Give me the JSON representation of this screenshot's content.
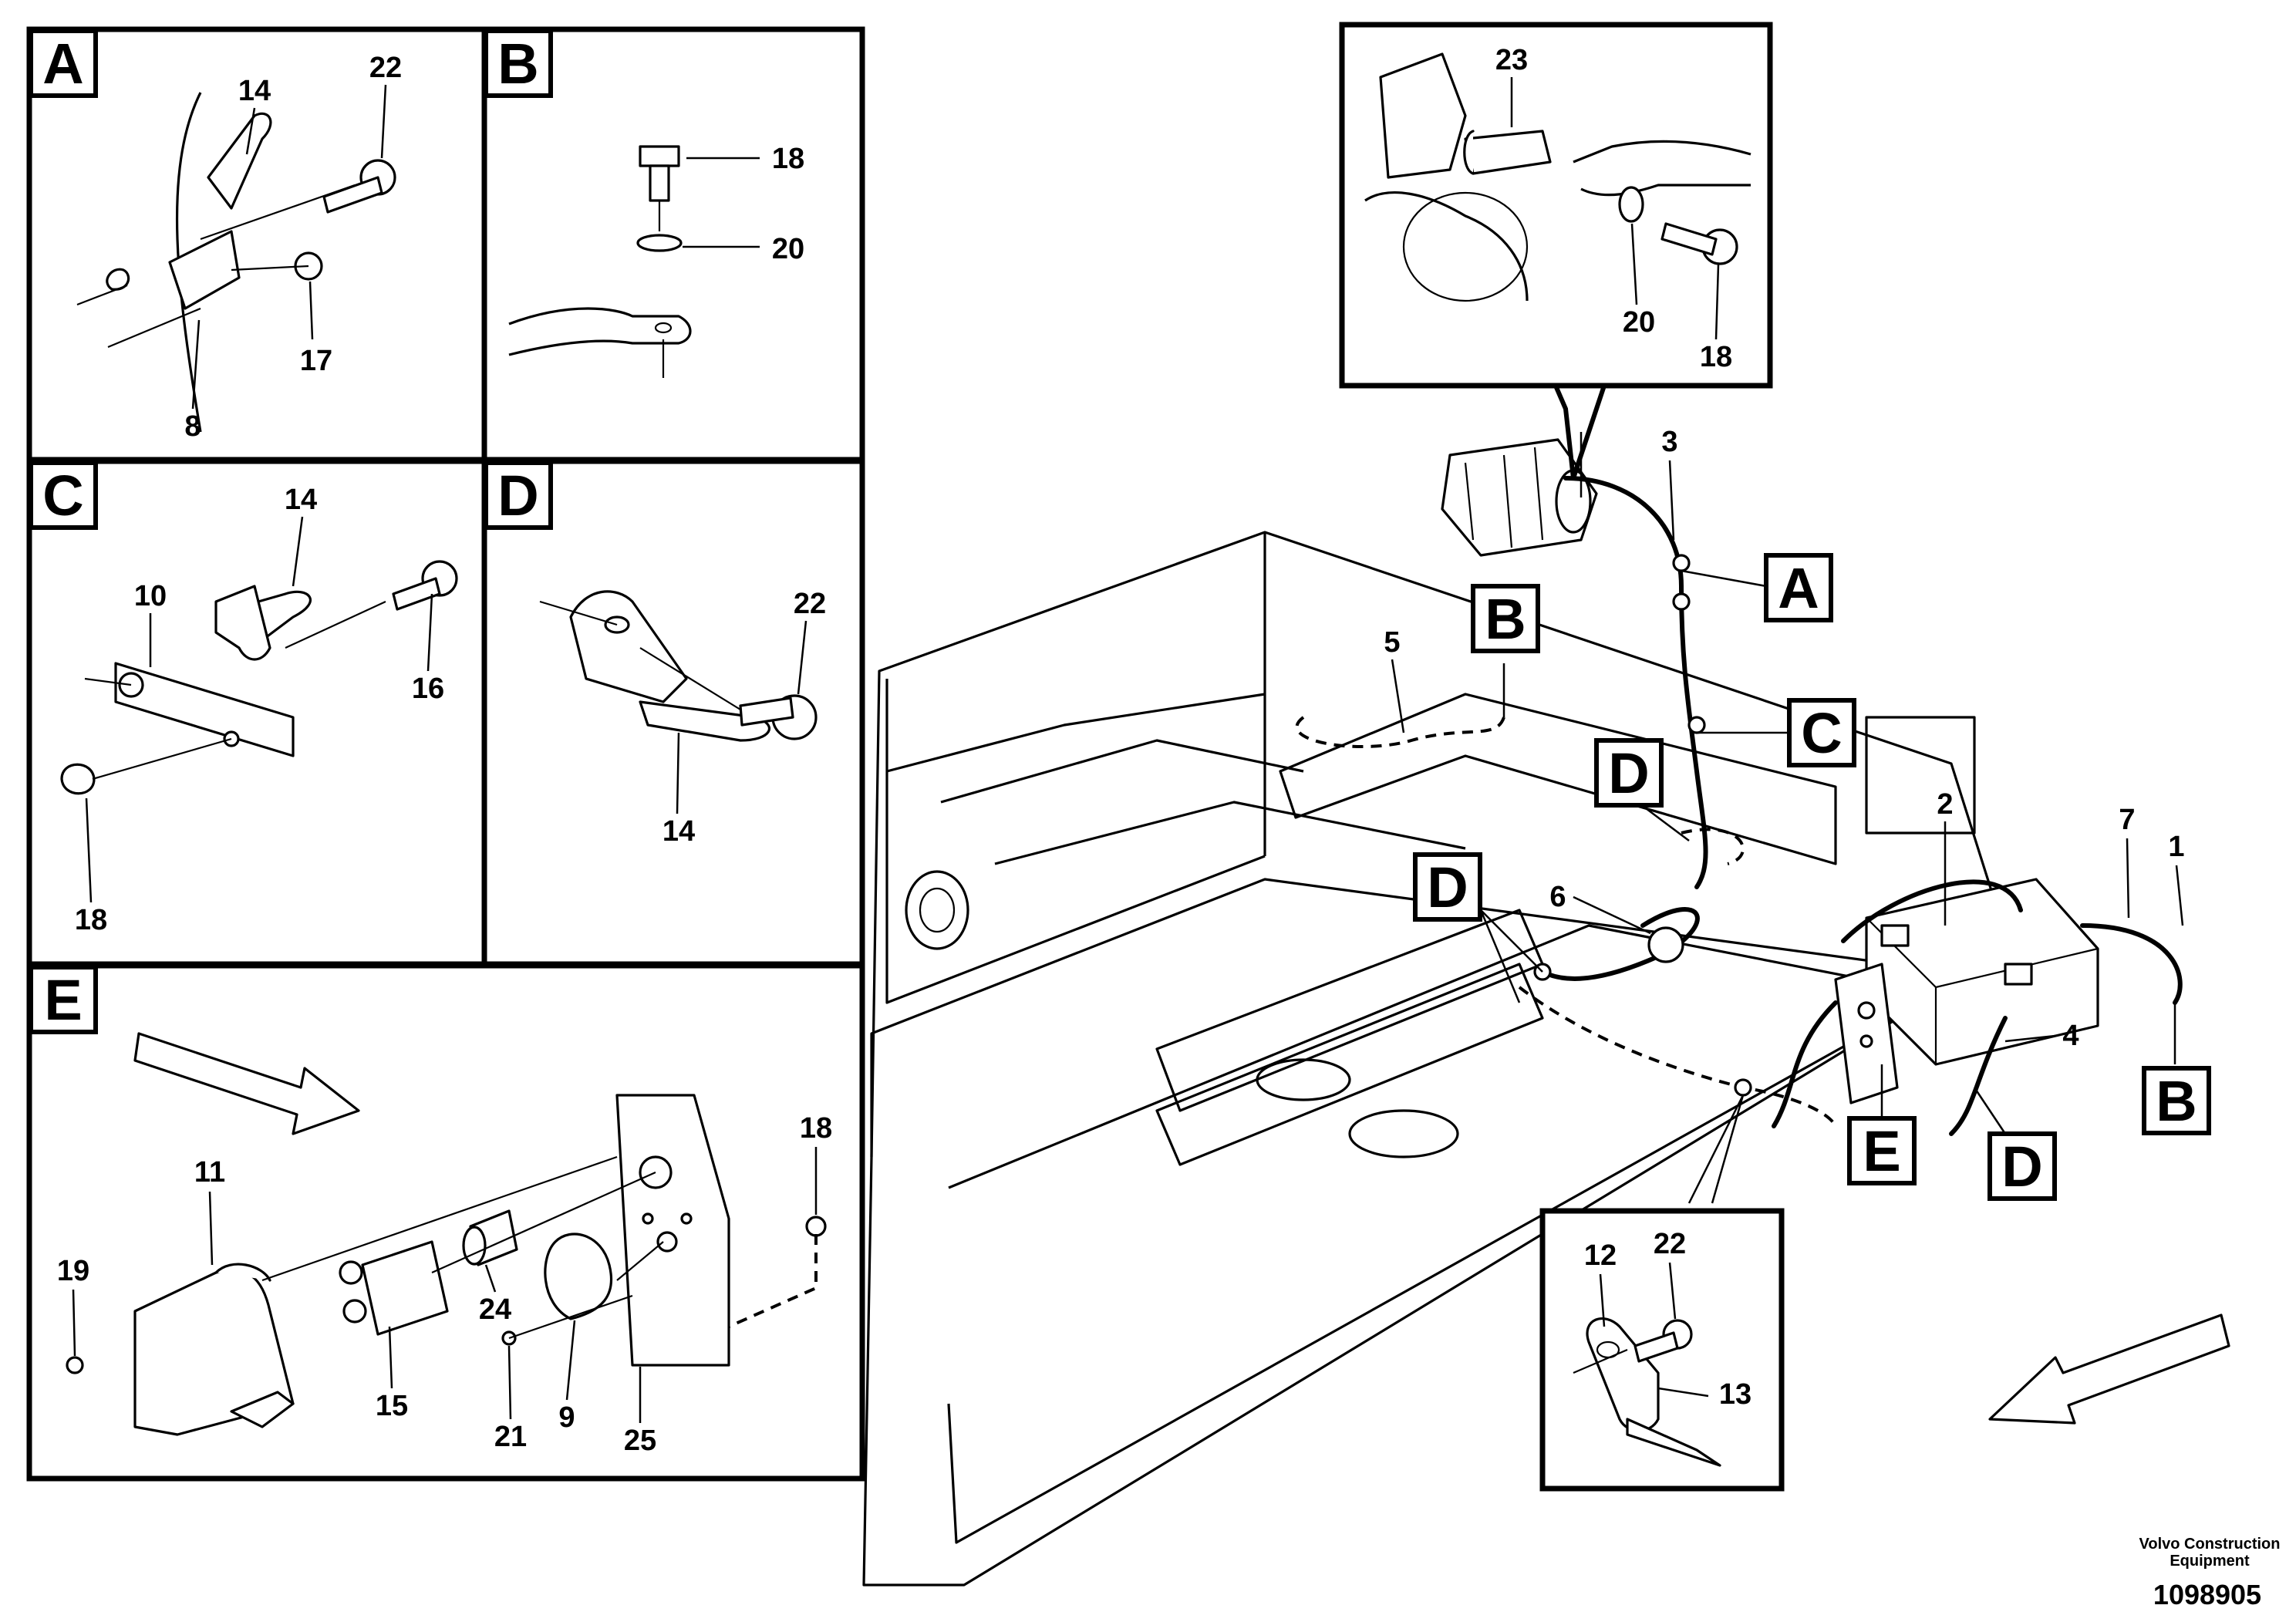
{
  "detail_views": {
    "A": {
      "tag": "A",
      "callouts": [
        "14",
        "22",
        "17",
        "8"
      ]
    },
    "B": {
      "tag": "B",
      "callouts": [
        "18",
        "20"
      ]
    },
    "C": {
      "tag": "C",
      "callouts": [
        "14",
        "10",
        "16",
        "18"
      ]
    },
    "D": {
      "tag": "D",
      "callouts": [
        "22",
        "14"
      ]
    },
    "E": {
      "tag": "E",
      "callouts": [
        "11",
        "19",
        "15",
        "24",
        "21",
        "9",
        "25",
        "18"
      ]
    },
    "starter_inset": {
      "callouts": [
        "23",
        "20",
        "18"
      ]
    },
    "clamp_inset": {
      "callouts": [
        "12",
        "22",
        "13"
      ]
    }
  },
  "main_view": {
    "callouts": [
      "3",
      "5",
      "6",
      "2",
      "7",
      "1",
      "4"
    ],
    "tags": [
      "A",
      "B",
      "C",
      "D",
      "D",
      "D",
      "E",
      "B"
    ]
  },
  "credit": {
    "line1": "Volvo Construction",
    "line2": "Equipment"
  },
  "drawing_number": "1098905"
}
